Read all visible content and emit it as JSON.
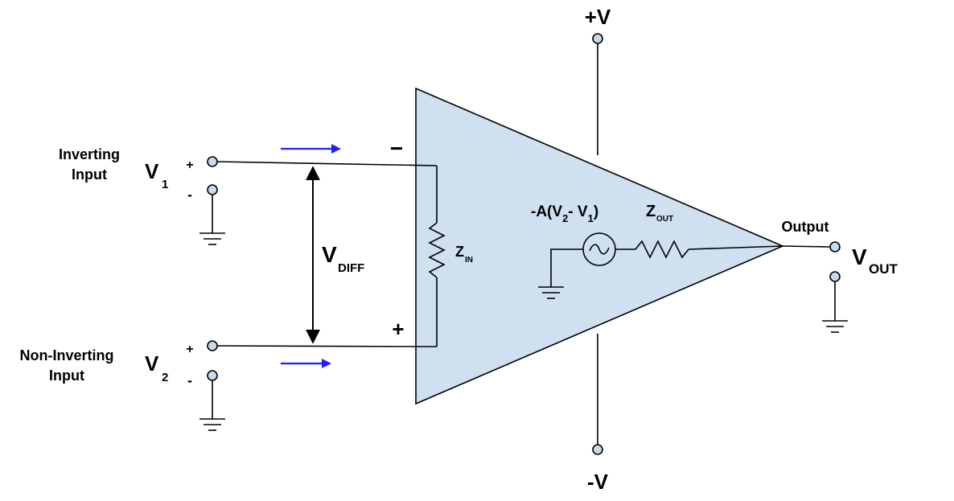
{
  "supply": {
    "positive": "+V",
    "negative": "-V"
  },
  "inputs": {
    "inverting": {
      "label_line1": "Inverting",
      "label_line2": "Input",
      "voltage": "V",
      "subscript": "1",
      "plus": "+",
      "minus": "-"
    },
    "non_inverting": {
      "label_line1": "Non-Inverting",
      "label_line2": "Input",
      "voltage": "V",
      "subscript": "2",
      "plus": "+",
      "minus": "-"
    }
  },
  "opamp": {
    "minus_sign": "−",
    "plus_sign": "+",
    "vdiff": {
      "main": "V",
      "sub": "DIFF"
    },
    "zin": {
      "main": "Z",
      "sub": "IN"
    },
    "source": {
      "a": "-A(V",
      "sub2": "2",
      "mid": "- V",
      "sub1": "1",
      "end": ")"
    },
    "zout": {
      "main": "Z",
      "sub": "OUT"
    }
  },
  "output": {
    "label": "Output",
    "voltage": "V",
    "subscript": "OUT"
  },
  "colors": {
    "amp_fill": "#cfe0f1",
    "terminal_fill": "#c9daea",
    "arrow": "#1f1fff"
  }
}
